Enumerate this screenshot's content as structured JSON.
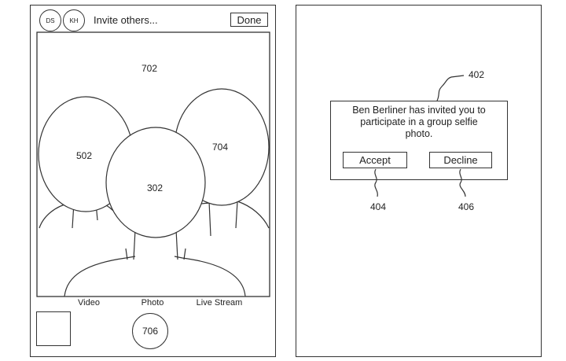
{
  "left_phone": {
    "header": {
      "avatars": [
        "DS",
        "KH"
      ],
      "invite_text": "Invite others...",
      "done_label": "Done"
    },
    "viewfinder": {
      "label": "702",
      "people": [
        {
          "label": "502"
        },
        {
          "label": "704"
        },
        {
          "label": "302"
        }
      ]
    },
    "modes": [
      "Video",
      "Photo",
      "Live Stream"
    ],
    "shutter_label": "706"
  },
  "right_phone": {
    "dialog": {
      "callout": "402",
      "message_lines": [
        "Ben Berliner has invited you to",
        "participate in a group selfie",
        "photo."
      ],
      "accept_label": "Accept",
      "decline_label": "Decline",
      "accept_callout": "404",
      "decline_callout": "406"
    }
  }
}
